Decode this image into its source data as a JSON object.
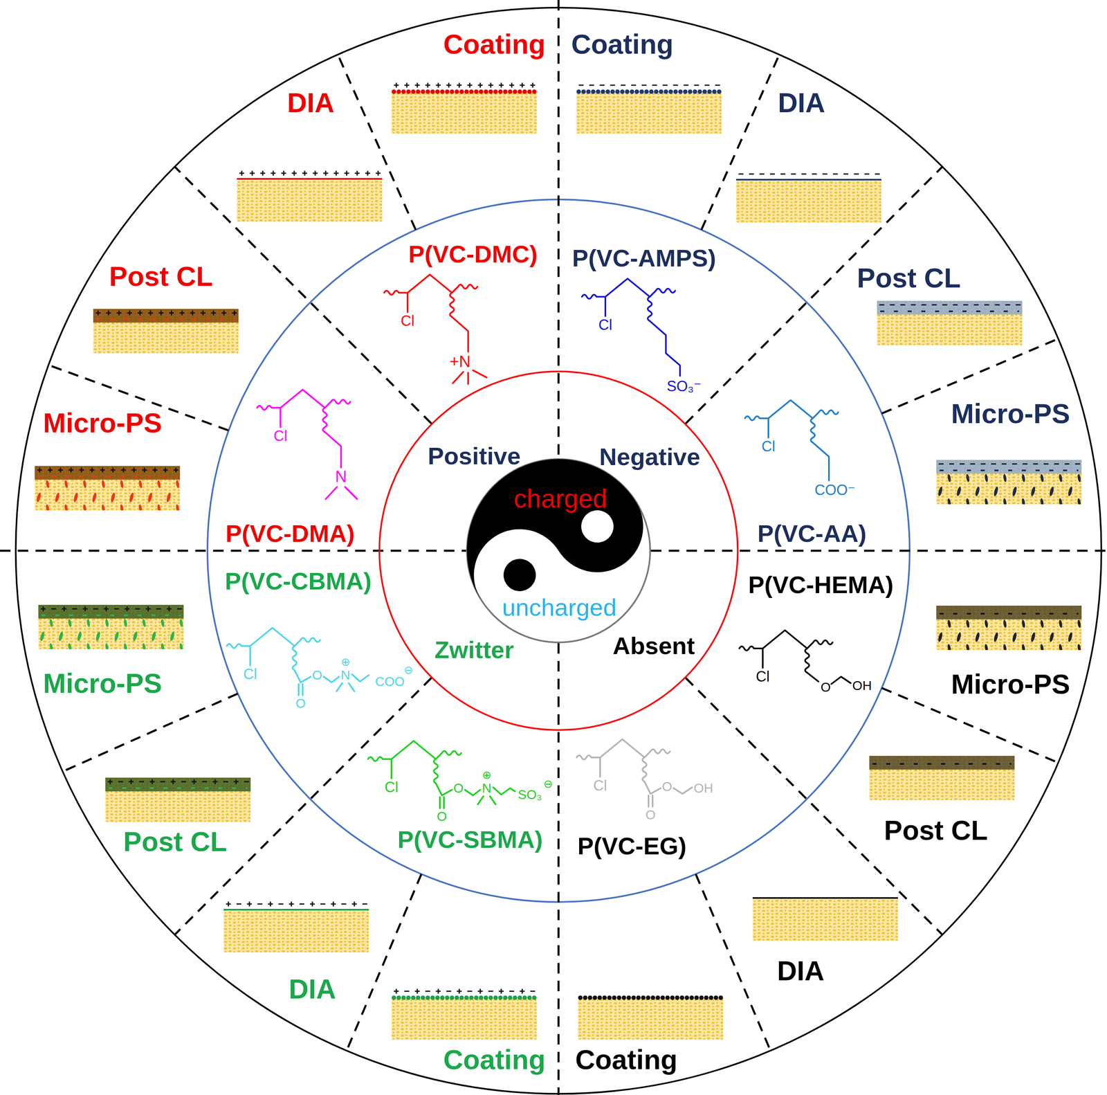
{
  "diagram": {
    "nodes": [
      {
        "text": [
          "Positive",
          "Negative",
          "Zwitter",
          "Absent"
        ]
      },
      {
        "text": [
          "charged",
          "uncharged"
        ],
        "in": 0
      }
    ],
    "labels": [
      "Coating",
      "Coating",
      "DIA",
      "DIA",
      "Post CL",
      "Post CL",
      "Micro-PS",
      "Micro-PS",
      "Micro-PS",
      "Micro-PS",
      "Post CL",
      "Post CL",
      "DIA",
      "DIA",
      "Coating",
      "Coating",
      "P(VC-DMC)",
      "Cl",
      "+N",
      "P(VC-AMPS)",
      "Cl",
      "SO₃⁻",
      "P(VC-DMA)",
      "Cl",
      "N",
      "P(VC-AA)",
      "Cl",
      "COO⁻",
      "P(VC-CBMA)",
      "Cl",
      "O",
      "O",
      "N",
      "⊕",
      "COO",
      "⊖",
      "P(VC-HEMA)",
      "Cl",
      "O",
      "OH",
      "P(VC-SBMA)",
      "Cl",
      "O",
      "O",
      "N",
      "⊕",
      "SO₃",
      "⊖",
      "P(VC-EG)",
      "Cl",
      "O",
      "O",
      "OH"
    ]
  }
}
